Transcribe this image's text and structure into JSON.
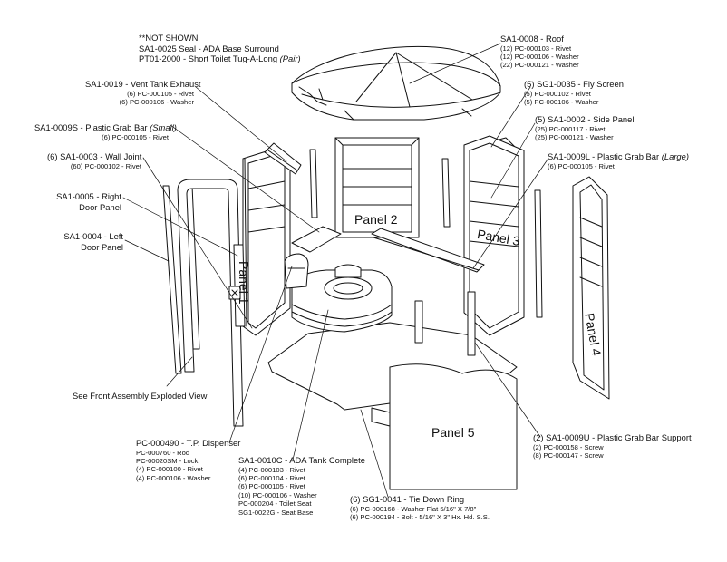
{
  "not_shown": {
    "heading": "**NOT SHOWN",
    "items": [
      "SA1-0025 Seal - ADA  Base Surround",
      "PT01-2000 - Short Toilet Tug-A-Long "
    ],
    "item_suffix": "(Pair)"
  },
  "callouts": {
    "roof": {
      "title": "SA1-0008 - Roof",
      "lines": [
        "(12) PC-000103 - Rivet",
        "(12) PC-000106 - Washer",
        "(22) PC-000121 - Washer"
      ]
    },
    "fly_screen": {
      "title": "(5) SG1-0035 - Fly Screen",
      "lines": [
        "(5) PC-000102 - Rivet",
        "(5) PC-000106 - Washer"
      ]
    },
    "side_panel": {
      "title": "(5) SA1-0002 - Side Panel",
      "lines": [
        "(25) PC-000117 - Rivet",
        "(25) PC-000121 - Washer"
      ]
    },
    "grab_large": {
      "title": "SA1-0009L - Plastic Grab Bar ",
      "title_em": "(Large)",
      "lines": [
        "(6) PC-000105 - Rivet"
      ]
    },
    "vent": {
      "title": "SA1-0019 - Vent Tank Exhaust",
      "lines": [
        "(6) PC-000105 - Rivet",
        "(6) PC-000106 - Washer"
      ]
    },
    "grab_small": {
      "title": "SA1-0009S - Plastic Grab Bar ",
      "title_em": "(Small)",
      "lines": [
        "(6) PC-000105 - Rivet"
      ]
    },
    "wall_joint": {
      "title": "(6) SA1-0003 - Wall Joint",
      "lines": [
        "(60) PC-000102 - Rivet"
      ]
    },
    "right_door": {
      "title": "SA1-0005 - Right",
      "title2": "Door Panel"
    },
    "left_door": {
      "title": "SA1-0004 - Left",
      "title2": "Door Panel"
    },
    "front_assembly": {
      "title": "See Front Assembly Exploded View"
    },
    "tp": {
      "title": "PC-000490 - T.P. Dispenser",
      "lines": [
        "PC-000760 - Rod",
        "PC-00020SM - Lock",
        "(4) PC-000100 - Rivet",
        "(4) PC-000106 - Washer"
      ]
    },
    "tank": {
      "title": "SA1-0010C - ADA Tank Complete",
      "lines": [
        "(4) PC-000103 - Rivet",
        "(6) PC-000104 - Rivet",
        "(6) PC-000105 - Rivet",
        "(10) PC-000106 - Washer",
        "PC-000204 - Toilet Seat",
        "SG1-0022G - Seat Base"
      ]
    },
    "tie_down": {
      "title": "(6) SG1-0041 - Tie Down Ring",
      "lines": [
        "(6) PC-000168 - Washer Flat 5/16\" X 7/8\"",
        "(6) PC-000194 - Bolt - 5/16\" X 3\" Hx. Hd. S.S."
      ]
    },
    "grab_support": {
      "title": "(2) SA1-0009U - Plastic Grab Bar Support",
      "lines": [
        "(2) PC-000158 - Screw",
        "(8) PC-000147 - Screw"
      ]
    }
  },
  "panels": {
    "p1": "Panel 1",
    "p2": "Panel 2",
    "p3": "Panel 3",
    "p4": "Panel 4",
    "p5": "Panel 5"
  }
}
